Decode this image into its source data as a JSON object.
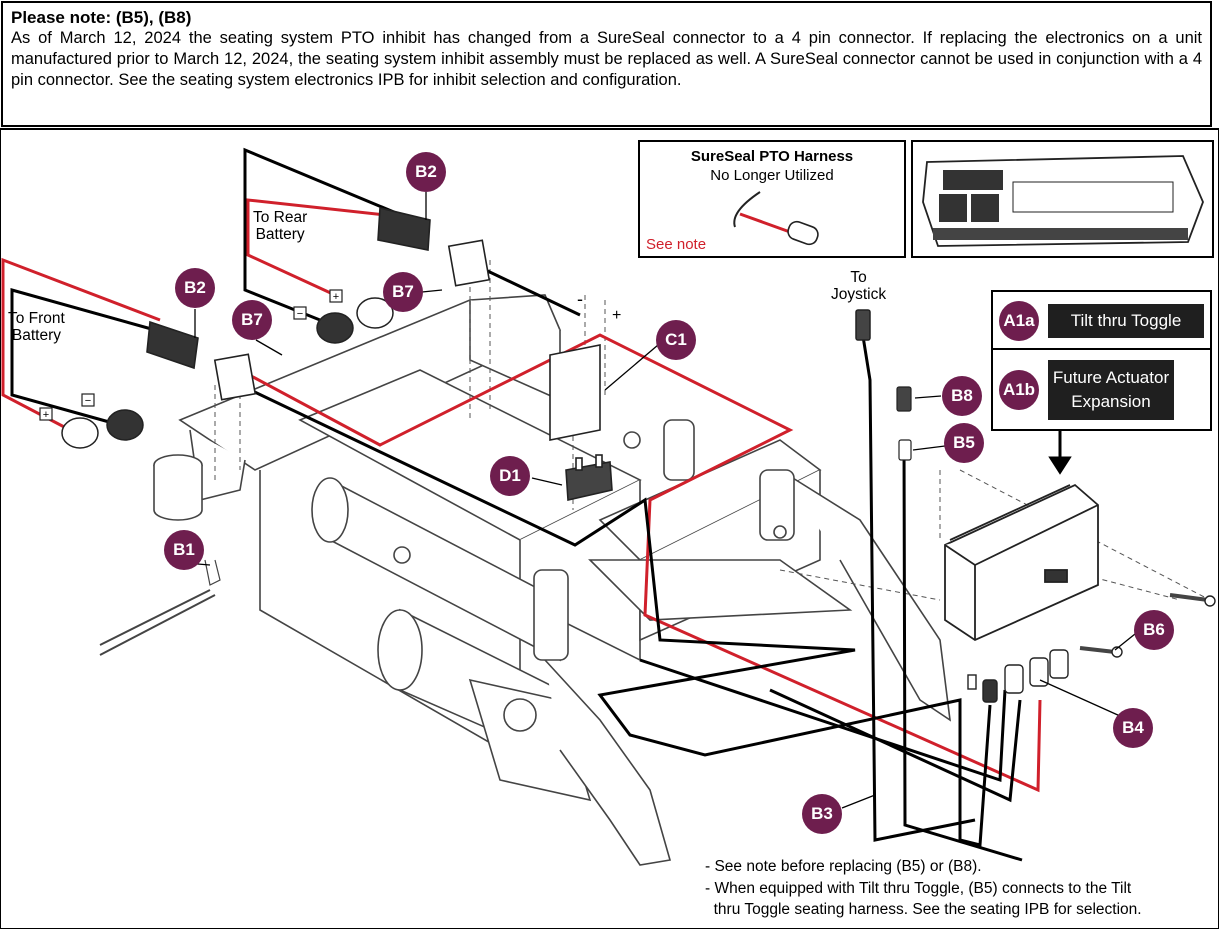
{
  "note": {
    "title": "Please note: (B5), (B8)",
    "body": "As of March 12, 2024 the seating system PTO inhibit has changed from a SureSeal connector to a 4 pin connector. If replacing the electronics on a unit manufactured prior to March 12, 2024, the seating system inhibit assembly must be replaced as well. A SureSeal connector cannot be used in conjunction with a 4 pin connector. See the seating system electronics IPB for inhibit selection and configuration."
  },
  "sureseal": {
    "title": "SureSeal PTO Harness",
    "subtitle": "No Longer Utilized",
    "see_note": "See note"
  },
  "options": {
    "a1a_label": "A1a",
    "a1a_text": "Tilt thru Toggle",
    "a1b_label": "A1b",
    "a1b_text_line1": "Future Actuator",
    "a1b_text_line2": "Expansion"
  },
  "labels": {
    "to_rear_line1": "To Rear",
    "to_rear_line2": "Battery",
    "to_front_line1": "To Front",
    "to_front_line2": "Battery",
    "to_joystick_line1": "To",
    "to_joystick_line2": "Joystick",
    "minus": "-",
    "plus": "+",
    "batt_minus": "−",
    "batt_plus": "+"
  },
  "callouts": {
    "b2_rear": "B2",
    "b2_front": "B2",
    "b7_rear": "B7",
    "b7_front": "B7",
    "c1": "C1",
    "d1": "D1",
    "b1": "B1",
    "b8": "B8",
    "b5": "B5",
    "b6": "B6",
    "b4": "B4",
    "b3": "B3"
  },
  "footnotes": {
    "line1": "- See note before replacing (B5) or (B8).",
    "line2": "- When equipped with Tilt thru Toggle, (B5) connects to the Tilt",
    "line3": "  thru Toggle seating harness. See the seating IPB for selection."
  },
  "colors": {
    "badge": "#6e1e4e",
    "wire_red": "#d0202b",
    "wire_black": "#000000",
    "outline": "#333333"
  },
  "icons": {
    "connector": "anderson-connector-icon",
    "ring_terminal": "battery-terminal-icon",
    "module": "electronics-module-icon"
  }
}
